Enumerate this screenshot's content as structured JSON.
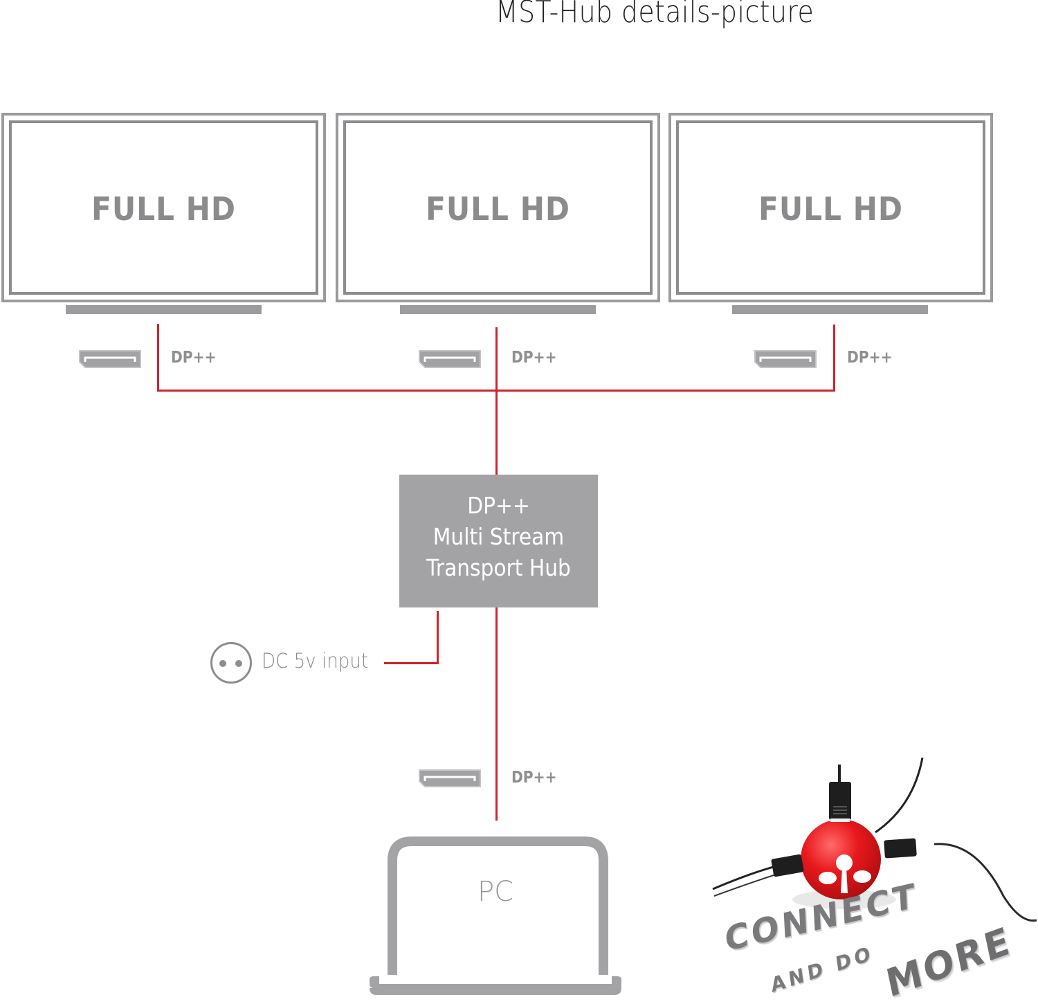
{
  "title": "MST-Hub details-picture",
  "monitors": [
    {
      "label": "FULL HD",
      "port_label": "DP++"
    },
    {
      "label": "FULL HD",
      "port_label": "DP++"
    },
    {
      "label": "FULL HD",
      "port_label": "DP++"
    }
  ],
  "hub": {
    "lines": [
      "DP++",
      "Multi Stream",
      "Transport Hub"
    ]
  },
  "power": {
    "label": "DC 5v input",
    "icon": "power-socket-icon"
  },
  "source": {
    "port_label": "DP++",
    "device_label": "PC",
    "icon": "laptop-icon"
  },
  "logo": {
    "line1": "CONNECT",
    "line2": "AND DO",
    "line3": "MORE"
  },
  "colors": {
    "connection_line": "#d0222d",
    "device_gray": "#9c9c9e",
    "hub_fill": "#a3a3a5",
    "logo_ball": "#e11b1f"
  }
}
